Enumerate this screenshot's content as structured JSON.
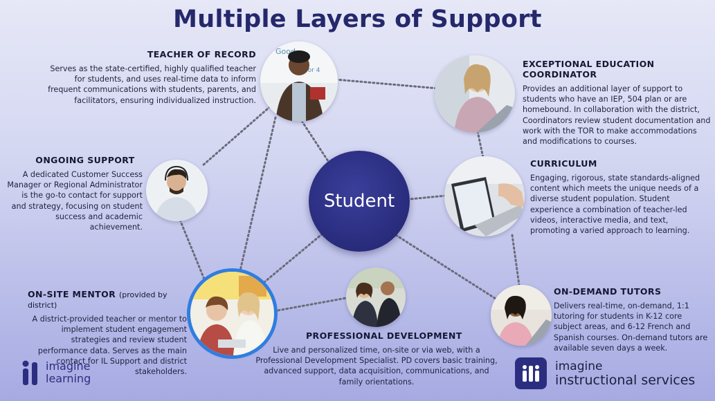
{
  "title": "Multiple Layers of Support",
  "center_label": "Student",
  "nodes": {
    "teacher": {
      "heading": "TEACHER OF RECORD",
      "text": "Serves as the state-certified, highly qualified teacher for students, and uses real-time data to inform frequent communications with students, parents, and facilitators, ensuring individualized instruction."
    },
    "exceptional": {
      "heading": "EXCEPTIONAL EDUCATION COORDINATOR",
      "text": "Provides an additional layer of support to students who have an IEP, 504 plan or are homebound. In collaboration with the district, Coordinators review student documentation and work with the TOR to make accommodations and modifications to courses."
    },
    "ongoing": {
      "heading": "ONGOING SUPPORT",
      "text": "A dedicated Customer Success Manager or Regional Administrator is the go-to contact for support and strategy, focusing on student success and academic achievement."
    },
    "curriculum": {
      "heading": "CURRICULUM",
      "text": "Engaging, rigorous, state standards-aligned content which meets the unique needs of a diverse student population. Student experience a combination of teacher-led videos, interactive media, and text, promoting a varied approach to learning."
    },
    "mentor": {
      "heading": "ON-SITE MENTOR",
      "note": "(provided by district)",
      "text": "A district-provided teacher or mentor to implement student engagement strategies and review student performance data. Serves as the main contact for IL Support and district stakeholders."
    },
    "pd": {
      "heading": "PROFESSIONAL DEVELOPMENT",
      "text": "Live and personalized time, on-site or via web, with a Professional Development Specialist. PD covers basic training, advanced support, data acquisition, communications, and family orientations."
    },
    "tutors": {
      "heading": "ON-DEMAND TUTORS",
      "text": "Delivers real-time, on-demand, 1:1 tutoring for students in K-12 core subject areas, and 6-12 French and Spanish courses. On-demand tutors are available seven days a week."
    }
  },
  "logos": {
    "left": {
      "line1": "imagine",
      "line2": "learning"
    },
    "right": {
      "line1": "imagine",
      "line2": "instructional services"
    }
  },
  "colors": {
    "title": "#25286b",
    "center": "#2b2e80",
    "connector": "#6a6a7a",
    "mentor_ring": "#2f7de1",
    "logo": "#2b2e80"
  }
}
